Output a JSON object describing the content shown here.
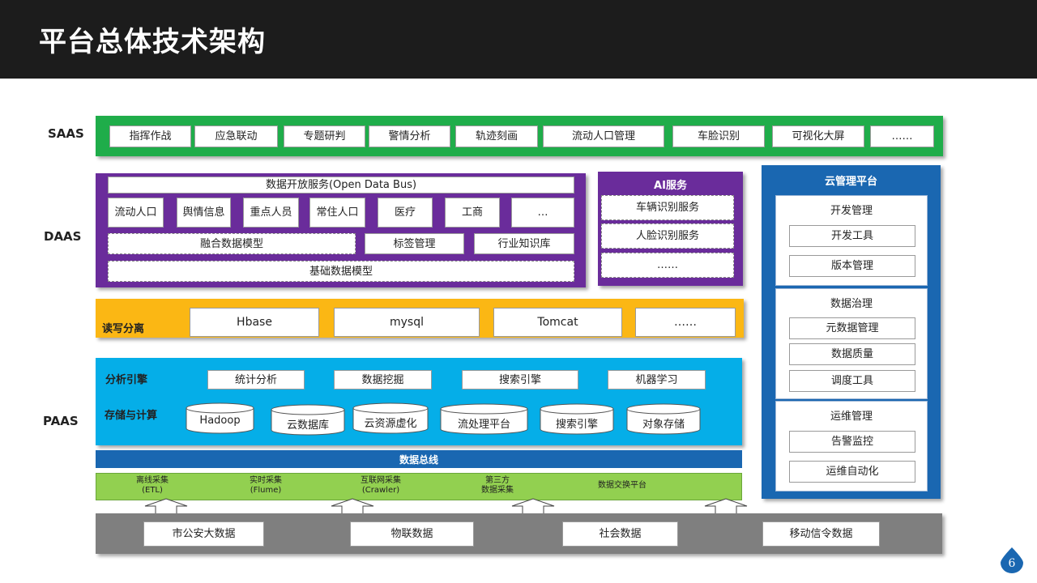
{
  "header": {
    "title": "平台总体技术架构"
  },
  "layers": {
    "saas": "SAAS",
    "daas": "DAAS",
    "paas": "PAAS"
  },
  "saas": {
    "items": [
      "指挥作战",
      "应急联动",
      "专题研判",
      "警情分析",
      "轨迹刻画",
      "流动人口管理",
      "车脸识别",
      "可视化大屏",
      "……"
    ]
  },
  "daas": {
    "open_data": "数据开放服务(Open Data Bus)",
    "sources": [
      "流动人口",
      "舆情信息",
      "重点人员",
      "常住人口",
      "医疗",
      "工商",
      "…"
    ],
    "fusion": "融合数据模型",
    "tags": "标签管理",
    "knowledge": "行业知识库",
    "base": "基础数据模型"
  },
  "ai": {
    "title": "AI服务",
    "items": [
      "车辆识别服务",
      "人脸识别服务",
      "……"
    ]
  },
  "rw": {
    "label": "读写分离",
    "items": [
      "Hbase",
      "mysql",
      "Tomcat",
      "……"
    ]
  },
  "paas": {
    "engine_label": "分析引擎",
    "engines": [
      "统计分析",
      "数据挖掘",
      "搜索引擎",
      "机器学习"
    ],
    "storage_label": "存储与计算",
    "storage": [
      "Hadoop",
      "云数据库",
      "云资源虚化",
      "流处理平台",
      "搜索引擎",
      "对象存储"
    ]
  },
  "bus": {
    "label": "数据总线"
  },
  "collect": {
    "items": [
      {
        "line1": "离线采集",
        "line2": "(ETL)"
      },
      {
        "line1": "实时采集",
        "line2": "(Flume)"
      },
      {
        "line1": "互联网采集",
        "line2": "(Crawler)"
      },
      {
        "line1": "第三方",
        "line2": "数据采集"
      },
      {
        "line1": "数据交换平台",
        "line2": ""
      }
    ]
  },
  "sources": {
    "items": [
      "市公安大数据",
      "物联数据",
      "社会数据",
      "移动信令数据"
    ]
  },
  "cloud": {
    "title": "云管理平台",
    "groups": [
      {
        "title": "开发管理",
        "items": [
          "开发工具",
          "版本管理"
        ]
      },
      {
        "title": "数据治理",
        "items": [
          "元数据管理",
          "数据质量",
          "调度工具"
        ]
      },
      {
        "title": "运维管理",
        "items": [
          "告警监控",
          "运维自动化"
        ]
      }
    ]
  },
  "page": {
    "number": "6"
  },
  "colors": {
    "saas": "#1fad4a",
    "daas": "#6a2c9b",
    "rw": "#fbb714",
    "paas": "#05aee8",
    "bus": "#1a67b1",
    "collect": "#92d050",
    "source": "#7f7f7f",
    "cloud": "#1a67b1"
  }
}
